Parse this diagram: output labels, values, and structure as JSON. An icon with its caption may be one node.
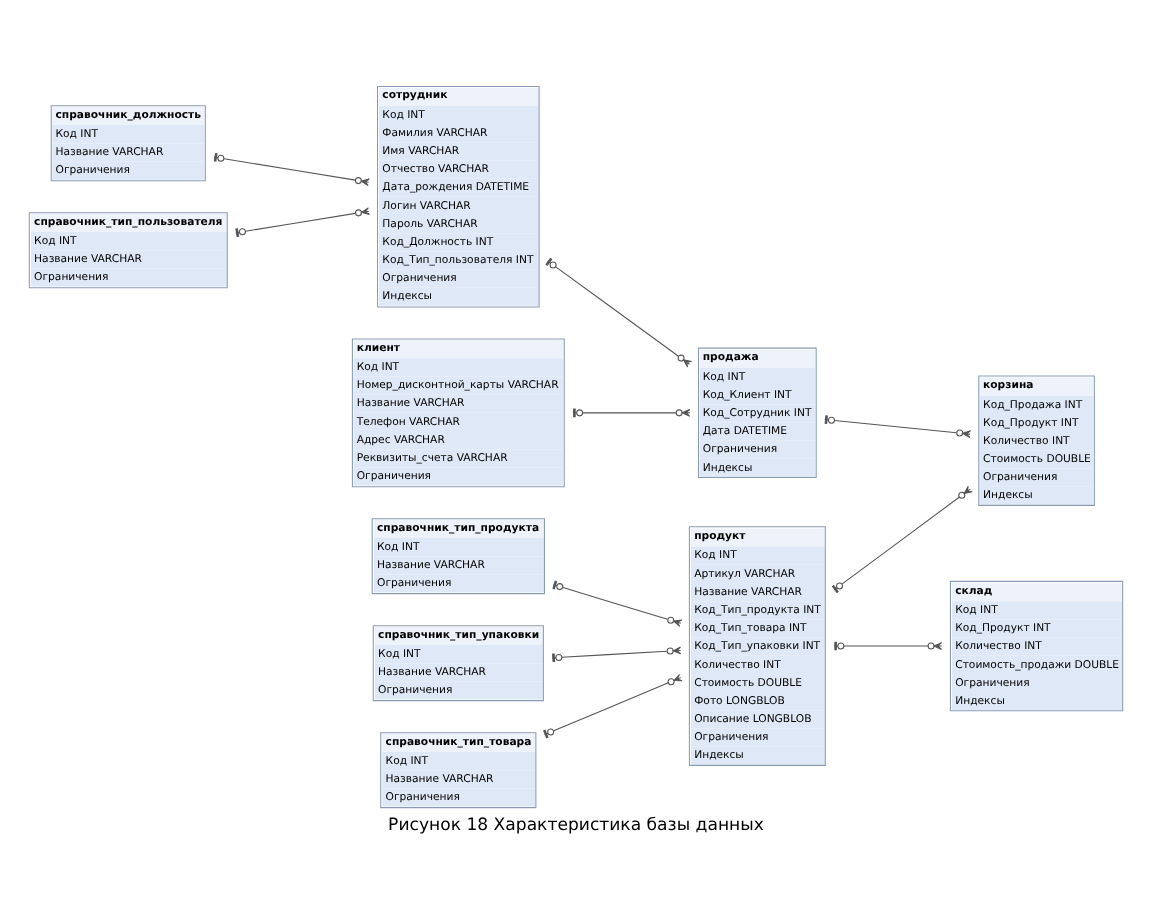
{
  "diagram": {
    "caption": "Рисунок 18 Характеристика базы данных",
    "nodes": [
      {
        "text": [
          "справочник_должность",
          "Код INT",
          "Название VARCHAR",
          "Ограничения"
        ]
      },
      {
        "text": [
          "сотрудник",
          "Код INT",
          "Фамилия VARCHAR",
          "Имя VARCHAR",
          "Отчество VARCHAR",
          "Дата_рождения DATETIME",
          "Логин VARCHAR",
          "Пароль VARCHAR",
          "Код_Должность INT",
          "Код_Тип_пользователя INT",
          "Ограничения",
          "Индексы"
        ]
      },
      {
        "text": [
          "справочник_тип_пользователя",
          "Код INT",
          "Название VARCHAR",
          "Ограничения"
        ]
      },
      {
        "text": [
          "клиент",
          "Код INT",
          "Номер_дисконтной_карты VARCHAR",
          "Название VARCHAR",
          "Телефон VARCHAR",
          "Адрес VARCHAR",
          "Реквизиты_счета VARCHAR",
          "Ограничения"
        ]
      },
      {
        "text": [
          "продажа",
          "Код INT",
          "Код_Клиент INT",
          "Код_Сотрудник INT",
          "Дата DATETIME",
          "Ограничения",
          "Индексы"
        ]
      },
      {
        "text": [
          "корзина",
          "Код_Продажа INT",
          "Код_Продукт INT",
          "Количество INT",
          "Стоимость DOUBLE",
          "Ограничения",
          "Индексы"
        ]
      },
      {
        "text": [
          "склад",
          "Код INT",
          "Код_Продукт INT",
          "Количество INT",
          "Стоимость_продажи DOUBLE",
          "Ограничения",
          "Индексы"
        ]
      },
      {
        "text": [
          "продукт",
          "Код INT",
          "Артикул VARCHAR",
          "Название VARCHAR",
          "Код_Тип_продукта INT",
          "Код_Тип_товара INT",
          "Код_Тип_упаковки INT",
          "Количество INT",
          "Стоимость DOUBLE",
          "Фото LONGBLOB",
          "Описание LONGBLOB",
          "Ограничения",
          "Индексы"
        ]
      },
      {
        "text": [
          "справочник_тип_продукта",
          "Код INT",
          "Название VARCHAR",
          "Ограничения"
        ]
      },
      {
        "text": [
          "справочник_тип_упаковки",
          "Код INT",
          "Название VARCHAR",
          "Ограничения"
        ]
      },
      {
        "text": [
          "справочник_тип_товара",
          "Код INT",
          "Название VARCHAR",
          "Ограничения"
        ]
      }
    ],
    "edges": [
      {
        "from": 0,
        "to": 1,
        "arrow": "other"
      },
      {
        "from": 2,
        "to": 1,
        "arrow": "other"
      },
      {
        "from": 3,
        "to": 4,
        "arrow": "other"
      },
      {
        "from": 1,
        "to": 4,
        "arrow": "other"
      },
      {
        "from": 4,
        "to": 5,
        "arrow": "other"
      },
      {
        "from": 7,
        "to": 5,
        "arrow": "other"
      },
      {
        "from": 7,
        "to": 6,
        "arrow": "other"
      },
      {
        "from": 9,
        "to": 7,
        "arrow": "other"
      },
      {
        "from": 8,
        "to": 7,
        "arrow": "other"
      },
      {
        "from": 10,
        "to": 7,
        "arrow": "other"
      }
    ]
  }
}
